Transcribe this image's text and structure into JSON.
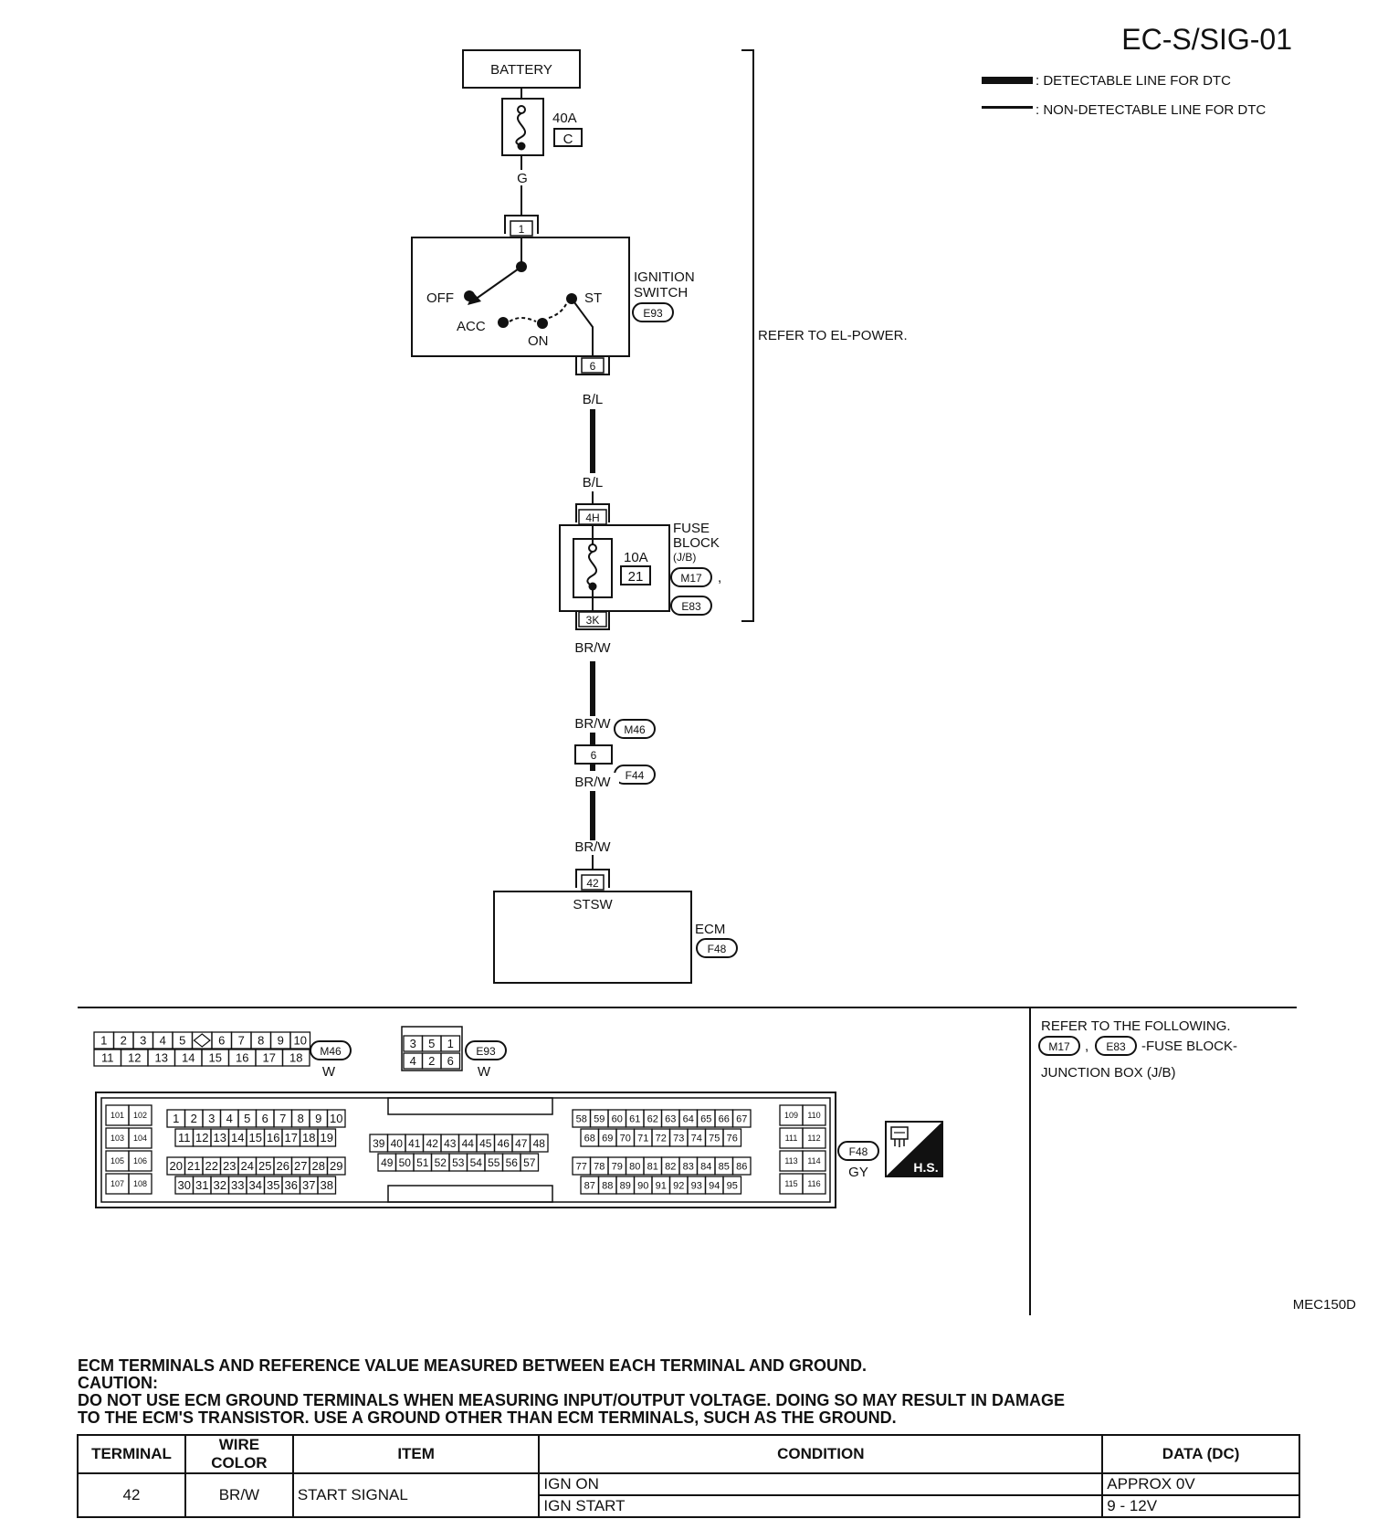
{
  "title": "EC-S/SIG-01",
  "diagram_id": "MEC150D",
  "legend": {
    "detectable": ": DETECTABLE LINE FOR DTC",
    "non_detectable": ": NON-DETECTABLE LINE FOR DTC"
  },
  "refer_power": "REFER TO EL-POWER.",
  "battery": "BATTERY",
  "fuse_main": {
    "rating": "40A",
    "code": "C"
  },
  "wire_g": "G",
  "ignition": {
    "pin_in": "1",
    "pin_out": "6",
    "name_l1": "IGNITION",
    "name_l2": "SWITCH",
    "connector": "E93",
    "pos_off": "OFF",
    "pos_acc": "ACC",
    "pos_on": "ON",
    "pos_st": "ST"
  },
  "wire_bl": "B/L",
  "fuse_block": {
    "pin_in": "4H",
    "pin_out": "3K",
    "name_l1": "FUSE",
    "name_l2": "BLOCK",
    "name_l3": "(J/B)",
    "rating": "10A",
    "number": "21",
    "connector_1": "M17",
    "connector_2": "E83",
    "separator": ","
  },
  "wire_brw": "BR/W",
  "junction": {
    "pin": "6",
    "connector_top": "M46",
    "connector_bottom": "F44"
  },
  "ecm": {
    "pin": "42",
    "terminal_name": "STSW",
    "name": "ECM",
    "connector": "F48"
  },
  "connectors": {
    "m46": {
      "code": "M46",
      "color": "W",
      "row1": [
        "1",
        "2",
        "3",
        "4",
        "5",
        "",
        "6",
        "7",
        "8",
        "9",
        "10"
      ],
      "row2": [
        "11",
        "12",
        "13",
        "14",
        "15",
        "16",
        "17",
        "18"
      ]
    },
    "e93": {
      "code": "E93",
      "color": "W",
      "row1": [
        "3",
        "5",
        "1"
      ],
      "row2": [
        "4",
        "2",
        "6"
      ]
    },
    "f48": {
      "code": "F48",
      "color": "GY",
      "badge": "H.S.",
      "g1": [
        "101",
        "102",
        "103",
        "104",
        "105",
        "106",
        "107",
        "108"
      ],
      "g2r1": [
        "1",
        "2",
        "3",
        "4",
        "5",
        "6",
        "7",
        "8",
        "9",
        "10"
      ],
      "g2r2": [
        "11",
        "12",
        "13",
        "14",
        "15",
        "16",
        "17",
        "18",
        "19"
      ],
      "g2r3": [
        "20",
        "21",
        "22",
        "23",
        "24",
        "25",
        "26",
        "27",
        "28",
        "29"
      ],
      "g2r4": [
        "30",
        "31",
        "32",
        "33",
        "34",
        "35",
        "36",
        "37",
        "38"
      ],
      "g3r1": [
        "39",
        "40",
        "41",
        "42",
        "43",
        "44",
        "45",
        "46",
        "47",
        "48"
      ],
      "g3r2": [
        "49",
        "50",
        "51",
        "52",
        "53",
        "54",
        "55",
        "56",
        "57"
      ],
      "g4r1": [
        "58",
        "59",
        "60",
        "61",
        "62",
        "63",
        "64",
        "65",
        "66",
        "67"
      ],
      "g4r2": [
        "68",
        "69",
        "70",
        "71",
        "72",
        "73",
        "74",
        "75",
        "76"
      ],
      "g4r3": [
        "77",
        "78",
        "79",
        "80",
        "81",
        "82",
        "83",
        "84",
        "85",
        "86"
      ],
      "g4r4": [
        "87",
        "88",
        "89",
        "90",
        "91",
        "92",
        "93",
        "94",
        "95"
      ],
      "g5": [
        "109",
        "110",
        "111",
        "112",
        "113",
        "114",
        "115",
        "116"
      ]
    }
  },
  "refer_following": {
    "line1": "REFER TO THE FOLLOWING.",
    "conn1": "M17",
    "sep": ",",
    "conn2": "E83",
    "line2_text": "-FUSE BLOCK-",
    "line3": "JUNCTION BOX (J/B)"
  },
  "notes": {
    "line1": "ECM TERMINALS AND REFERENCE VALUE MEASURED BETWEEN EACH TERMINAL AND GROUND.",
    "line2": "CAUTION:",
    "line3": "DO NOT USE ECM GROUND TERMINALS WHEN MEASURING INPUT/OUTPUT VOLTAGE. DOING SO MAY RESULT IN  DAMAGE",
    "line4": "TO THE  ECM'S TRANSISTOR. USE A GROUND OTHER THAN ECM TERMINALS, SUCH AS THE GROUND."
  },
  "table": {
    "headers": {
      "terminal": "TERMINAL",
      "wire_color": "WIRE COLOR",
      "item": "ITEM",
      "condition": "CONDITION",
      "data": "DATA (DC)"
    },
    "row": {
      "terminal": "42",
      "wire_color": "BR/W",
      "item": "START SIGNAL",
      "cond1": "IGN ON",
      "data1": "APPROX 0V",
      "cond2": "IGN START",
      "data2": "9 - 12V"
    }
  }
}
